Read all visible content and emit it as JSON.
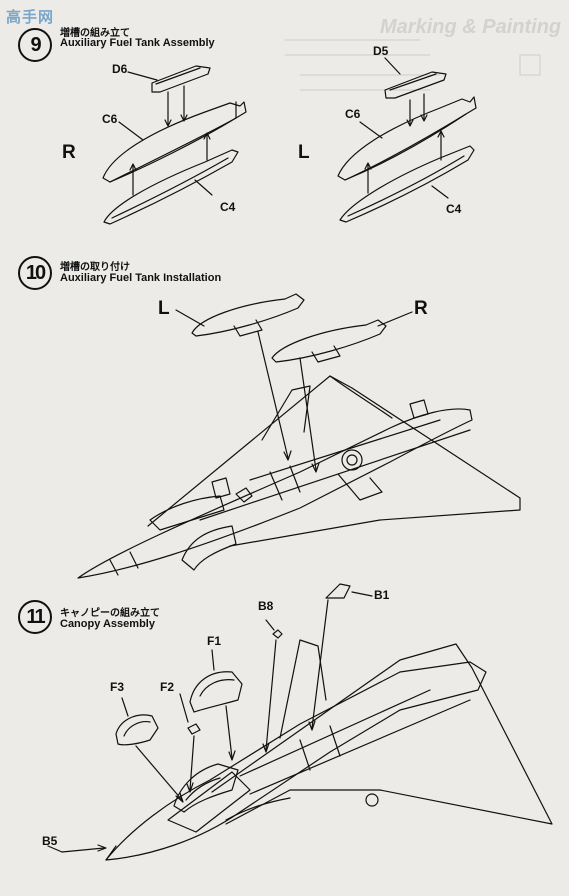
{
  "watermark": "高手网",
  "ghost_heading": "Marking & Painting",
  "steps": [
    {
      "number": "9",
      "title_jp": "増槽の組み立て",
      "title_en": "Auxiliary Fuel Tank Assembly",
      "right_side": {
        "side": "R",
        "parts": [
          "D6",
          "C6",
          "C4"
        ]
      },
      "left_side": {
        "side": "L",
        "parts": [
          "D5",
          "C6",
          "C4"
        ]
      }
    },
    {
      "number": "10",
      "title_jp": "増槽の取り付け",
      "title_en": "Auxiliary Fuel Tank Installation",
      "labels": [
        "L",
        "R"
      ]
    },
    {
      "number": "11",
      "title_jp": "キャノピーの組み立て",
      "title_en": "Canopy Assembly",
      "parts": [
        "B8",
        "B1",
        "F1",
        "F3",
        "F2",
        "B5"
      ]
    }
  ]
}
